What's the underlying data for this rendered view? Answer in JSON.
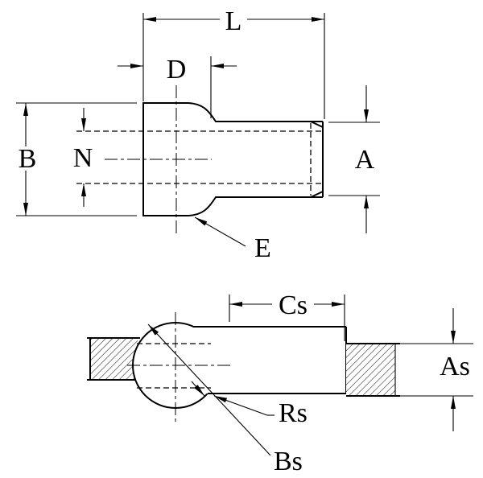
{
  "drawing": {
    "background": "#ffffff",
    "line_color": "#000000",
    "views": {
      "side": {
        "labels": {
          "L": "L",
          "D": "D",
          "B": "B",
          "N": "N",
          "A": "A",
          "E": "E"
        }
      },
      "installed": {
        "labels": {
          "Cs": "Cs",
          "As": "As",
          "Rs": "Rs",
          "Bs": "Bs"
        }
      }
    }
  }
}
